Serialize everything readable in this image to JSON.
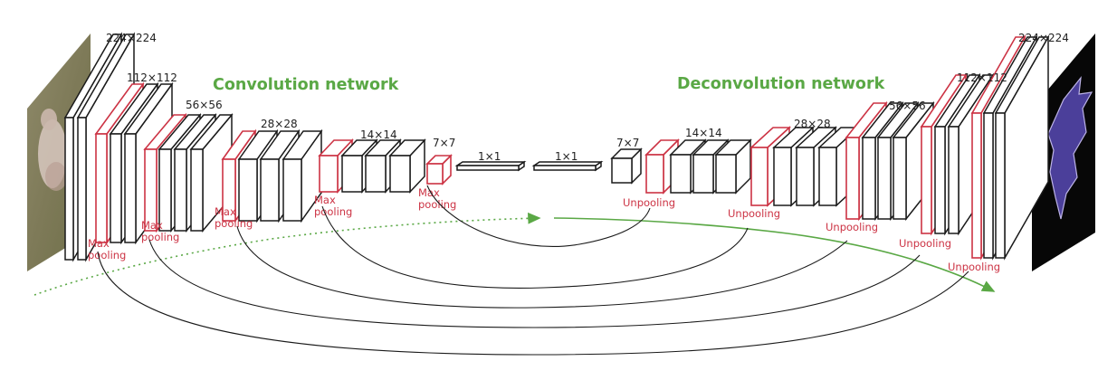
{
  "titles": {
    "encoder": "Convolution network",
    "decoder": "Deconvolution network"
  },
  "sizes": {
    "enc_224": "224×224",
    "enc_112": "112×112",
    "enc_56": "56×56",
    "enc_28": "28×28",
    "enc_14": "14×14",
    "enc_7": "7×7",
    "fc_1": "1×1",
    "fc_2": "1×1",
    "dec_7": "7×7",
    "dec_14": "14×14",
    "dec_28": "28×28",
    "dec_56": "56×56",
    "dec_112": "112×112",
    "dec_224": "224×224"
  },
  "pooling": {
    "line1": "Max",
    "line2": "pooling"
  },
  "unpooling": "Unpooling",
  "colors": {
    "accent_green": "#5aa845",
    "pool_red": "#cc3344",
    "mask_purple": "#4b3f9a"
  },
  "images": {
    "input": "input-photo",
    "output": "segmentation-mask"
  }
}
